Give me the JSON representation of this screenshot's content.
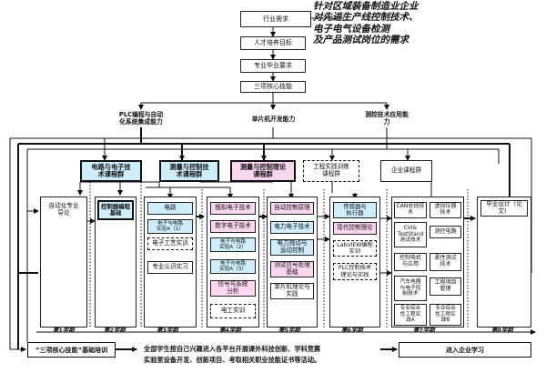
{
  "note": {
    "lines": [
      "针对区域装备制造业企业",
      "对先进生产线控制技术、",
      "电子电气设备检测",
      "及产品测试岗位的需求"
    ]
  },
  "flow": {
    "industry_demand": "行业需求",
    "talent_goal": "人才培养目标",
    "graduation_req": "专业毕业要求",
    "three_core": "三项核心技能"
  },
  "abilities": {
    "plc": "PLC编程与自动\n化系统集成能力",
    "mcu": "单片机开发能力",
    "test": "测控技术应用能\n力"
  },
  "groups": {
    "electrical": "电路与电子技\n术课程群",
    "measure_ctrl_tech": "测量与控制技\n术课程群",
    "measure_ctrl_theory": "测量与控制理论\n课程群",
    "engineering": "工程实践训练\n课程群",
    "enterprise": "企业课程群"
  },
  "sem1": {
    "automation_intro": "自动化专业\n导论"
  },
  "sem2": {
    "controller": "控制器编程\n基础"
  },
  "sem3": {
    "circuit": "电路",
    "lab1": "电子与电路\n实验A（1）",
    "craft": "电子工艺实训",
    "cognition": "专业认识实习"
  },
  "sem4": {
    "analog": "模拟电子技术",
    "digital": "数字电子技术",
    "lab2": "电子与电路\n实验A（2）",
    "lab3": "电子与电路\n实验A（3）",
    "signal": "信号与系统\n分析",
    "electrician": "电工实训"
  },
  "sem5": {
    "auto_ctrl": "自动控制原理",
    "power_elec": "电力电子技术",
    "drive": "电力拖动与\n运动控制",
    "test_signal": "测试信号处理\n基础",
    "mcu_theory": "单片机理论与\n实践"
  },
  "sem6": {
    "sensor": "传感器与\n执行器",
    "modern_ctrl": "现代控制理论",
    "labview": "LabVIEW编程\n实训",
    "plc_practice": "PLC控制技术\n理论与实践"
  },
  "sem7": {
    "can": "CAN总线技\n术",
    "virtual": "虚拟仪器\n技术",
    "cvi": "CVI&\nTestStand\n测试技术",
    "meas_circuit": "测控电路",
    "motor": "控制电机\n与应用",
    "flexible": "柔性测试\n技术",
    "auto_elec": "汽车电器\n与电子控\n制技术",
    "project_mgmt": "工程项目\n管理",
    "practice_a": "专业综合\n性工程实\n践A",
    "practice_b": "专业综合\n性工程实\n践B"
  },
  "sem8": {
    "thesis": "毕业设计（论\n文）"
  },
  "semesters": [
    "第1学期",
    "第2学期",
    "第3学期",
    "第4学期",
    "第5学期",
    "第6学期",
    "第7学期",
    "第8学期"
  ],
  "bottom": {
    "basic_training": "“三项核心技能”基础培训",
    "text_lines": [
      "全部学生按自己兴趣进入各平台开展课外科技创新、学科竞赛",
      "实验室设备开发、创新项目、考取相关职业技能证书等活动。"
    ],
    "enterprise_study": "进入企业学习"
  }
}
